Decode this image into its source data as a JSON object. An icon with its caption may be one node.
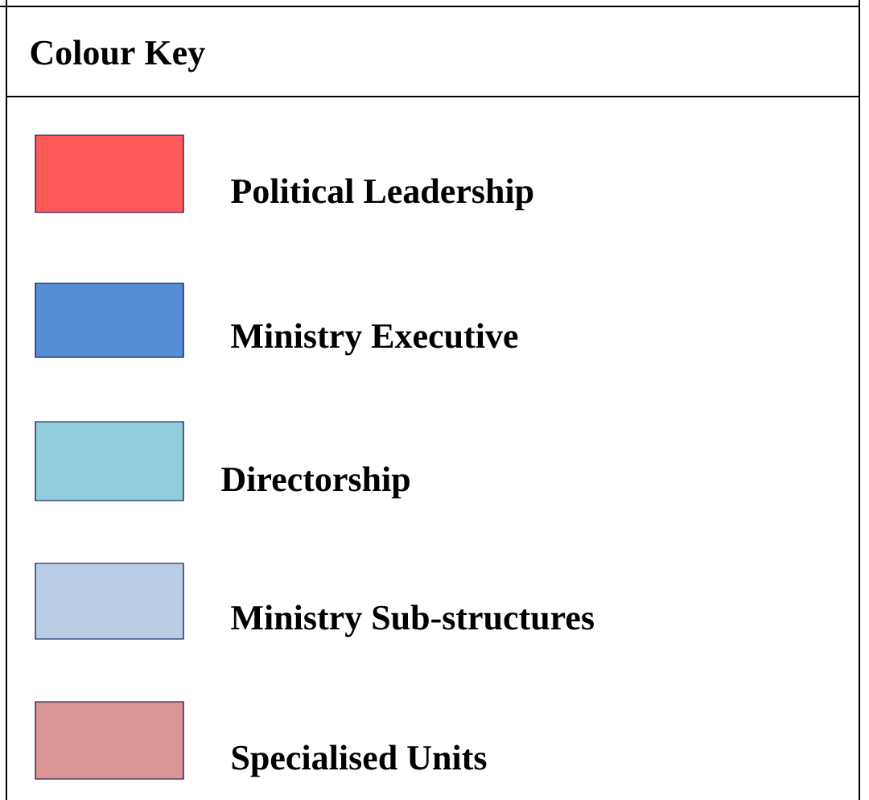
{
  "diagram": {
    "title": "Colour Key",
    "legend": [
      {
        "text": "Political Leadership",
        "color": "#ff5a5a"
      },
      {
        "text": "Ministry Executive",
        "color": "#558ed5"
      },
      {
        "text": "Directorship",
        "color": "#92cddc"
      },
      {
        "text": "Ministry Sub-structures",
        "color": "#b9cde5"
      },
      {
        "text": "Specialised Units",
        "color": "#d99694"
      }
    ]
  }
}
